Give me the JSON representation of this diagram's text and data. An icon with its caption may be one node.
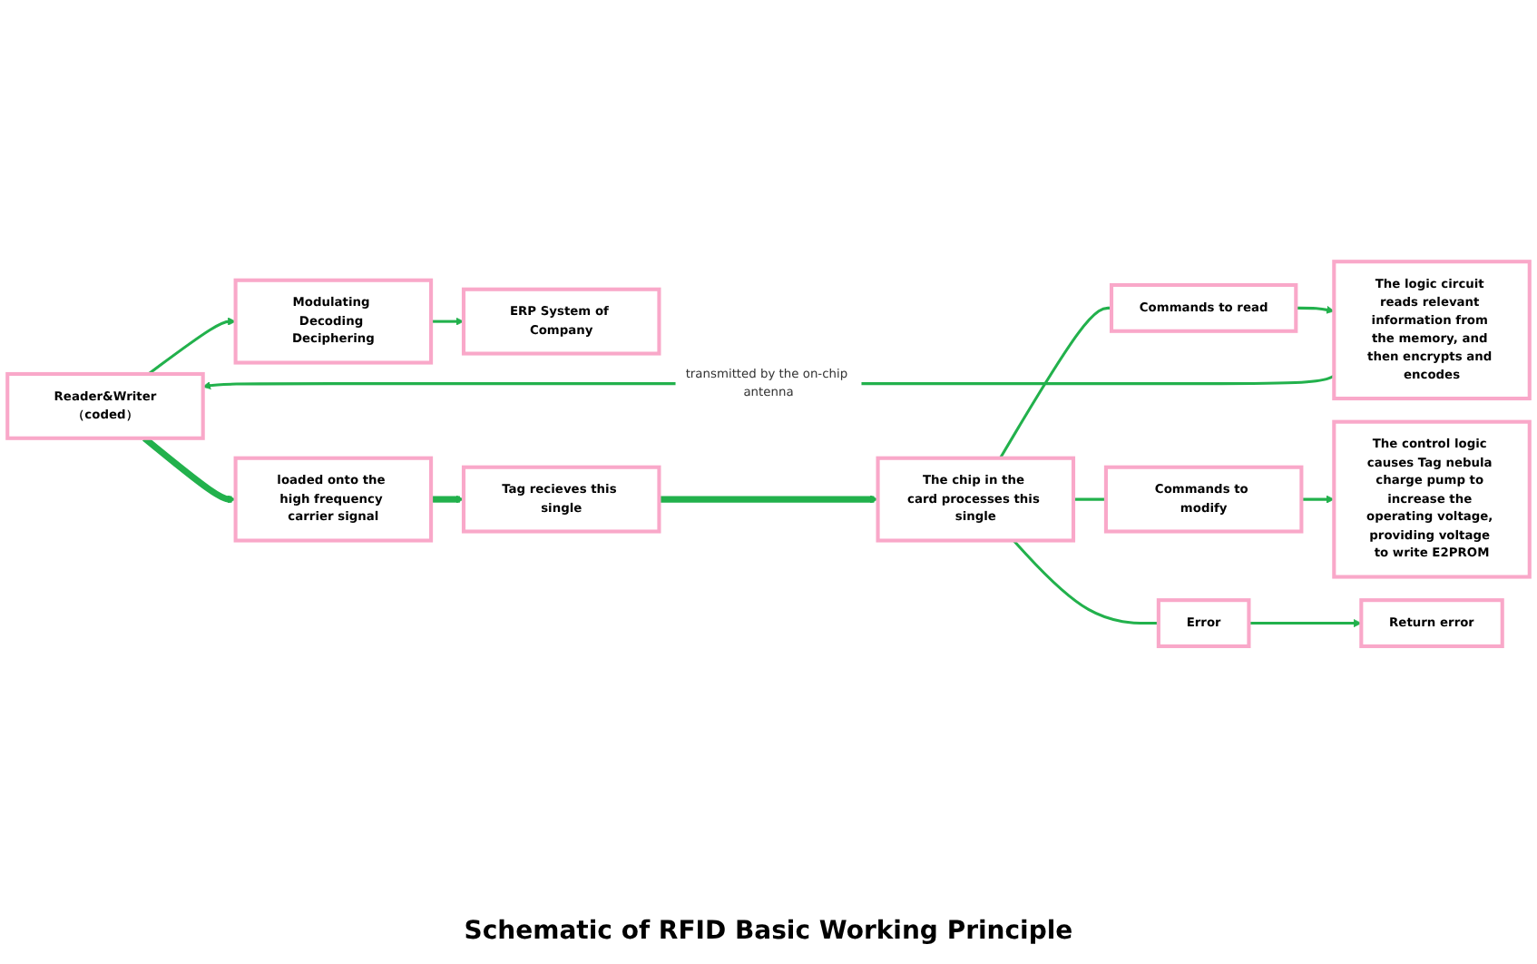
{
  "diagram": {
    "caption": "Schematic of RFID Basic Working Principle",
    "nodes": [
      {
        "text": [
          "Reader&Writer（coded）"
        ]
      },
      {
        "text": [
          "Modulating Decoding Deciphering"
        ]
      },
      {
        "text": [
          "ERP System of Company"
        ]
      },
      {
        "text": [
          "loaded onto the high frequency carrier signal"
        ]
      },
      {
        "text": [
          "Tag recieves this single"
        ]
      },
      {
        "text": [
          "The chip in the card processes this single"
        ]
      },
      {
        "text": [
          "Commands to read"
        ]
      },
      {
        "text": [
          "The logic circuit reads relevant information from the memory, and then encrypts and encodes"
        ]
      },
      {
        "text": [
          "Commands to modify"
        ]
      },
      {
        "text": [
          "The control logic causes Tag nebula charge pump to increase the operating voltage, providing voltage to write E2PROM"
        ]
      },
      {
        "text": [
          "Error"
        ]
      },
      {
        "text": [
          "Return error"
        ]
      }
    ],
    "edges": [
      {
        "from": 0,
        "to": 1,
        "arrow": "to"
      },
      {
        "from": 1,
        "to": 2,
        "arrow": "to"
      },
      {
        "from": 7,
        "to": 0,
        "arrow": "to",
        "label": "transmitted by the on-chip antenna"
      },
      {
        "from": 0,
        "to": 3,
        "arrow": "to",
        "style": "thick"
      },
      {
        "from": 3,
        "to": 4,
        "arrow": "to",
        "style": "thick"
      },
      {
        "from": 4,
        "to": 5,
        "arrow": "to",
        "style": "thick"
      },
      {
        "from": 5,
        "to": 6,
        "arrow": "none"
      },
      {
        "from": 5,
        "to": 8,
        "arrow": "none"
      },
      {
        "from": 5,
        "to": 10,
        "arrow": "none"
      },
      {
        "from": 6,
        "to": 7,
        "arrow": "to"
      },
      {
        "from": 8,
        "to": 9,
        "arrow": "to"
      },
      {
        "from": 10,
        "to": 11,
        "arrow": "to"
      }
    ]
  }
}
